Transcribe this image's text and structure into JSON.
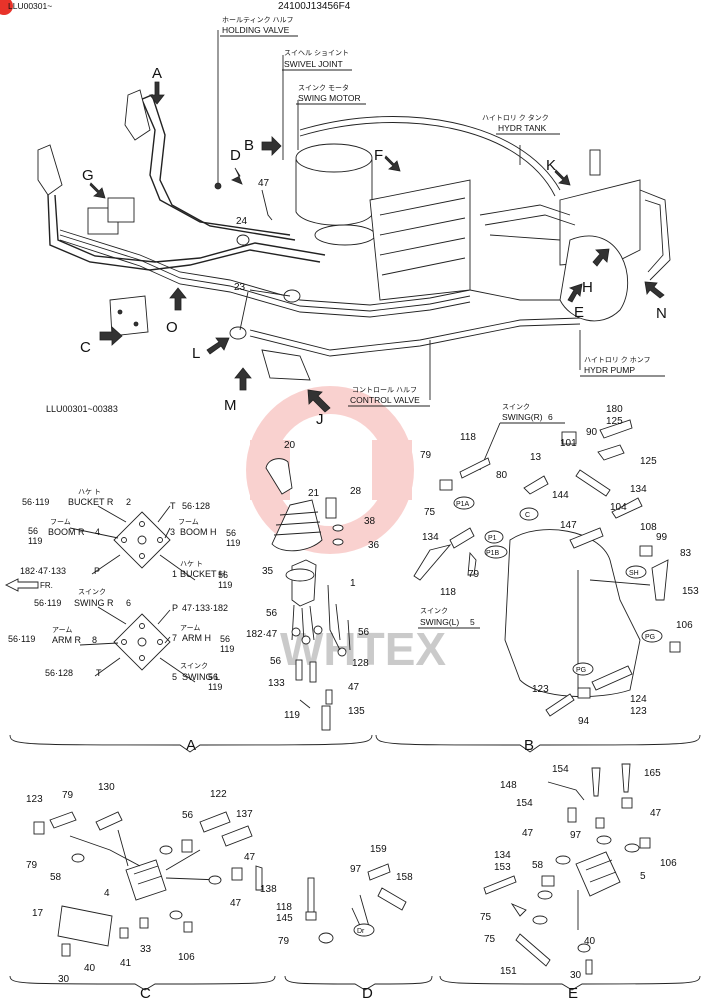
{
  "header": {
    "serial_top_left": "LLU00301~",
    "part_code": "24100J13456F4",
    "serial_range": "LLU00301~00383"
  },
  "callouts_main": [
    {
      "jp": "ホールティンク ハルフ",
      "en": "HOLDING VALVE"
    },
    {
      "jp": "スイヘル ショイント",
      "en": "SWIVEL JOINT"
    },
    {
      "jp": "スインク モータ",
      "en": "SWING MOTOR"
    },
    {
      "jp": "ハイトロリ ク タンク",
      "en": "HYDR TANK"
    },
    {
      "jp": "ハイトロリ ク ホンフ",
      "en": "HYDR PUMP"
    },
    {
      "jp": "コントロール ハルフ",
      "en": "CONTROL VALVE"
    }
  ],
  "view_letters": [
    "A",
    "B",
    "C",
    "D",
    "E",
    "F",
    "G",
    "H",
    "J",
    "K",
    "L",
    "M",
    "N",
    "O"
  ],
  "main_numbers": [
    "47",
    "24",
    "23"
  ],
  "pattern": {
    "fr": "FR.",
    "upper": [
      {
        "num": "56·119",
        "jp": "ハケ ト",
        "en": "BUCKET R",
        "idx": "2"
      },
      {
        "num": "56·128",
        "jp": "",
        "en": "T",
        "idx": ""
      },
      {
        "num": "56\n119",
        "jp": "フーム",
        "en": "BOOM R",
        "idx": "4"
      },
      {
        "num": "56\n119",
        "jp": "フーム",
        "en": "BOOM H",
        "idx": "3"
      },
      {
        "num": "182·47·133",
        "jp": "",
        "en": "P",
        "idx": ""
      },
      {
        "num": "56\n119",
        "jp": "ハケ ト",
        "en": "BUCKET H",
        "idx": "1"
      }
    ],
    "lower": [
      {
        "num": "56·119",
        "jp": "スインク",
        "en": "SWING R",
        "idx": "6"
      },
      {
        "num": "47·133·182",
        "jp": "",
        "en": "P",
        "idx": ""
      },
      {
        "num": "56·119",
        "jp": "アーム",
        "en": "ARM R",
        "idx": "8"
      },
      {
        "num": "56\n119",
        "jp": "アーム",
        "en": "ARM H",
        "idx": "7"
      },
      {
        "num": "56·128",
        "jp": "",
        "en": "T",
        "idx": ""
      },
      {
        "num": "56\n119",
        "jp": "スインク",
        "en": "SWING L",
        "idx": "5"
      }
    ]
  },
  "section_labels": [
    "A",
    "B",
    "C",
    "D",
    "E"
  ],
  "view_a_numbers": [
    "20",
    "21",
    "28",
    "38",
    "36",
    "35",
    "1",
    "56",
    "182·47",
    "56",
    "133",
    "119",
    "56",
    "128",
    "47",
    "135"
  ],
  "view_b": {
    "swing_r": {
      "jp": "スインク",
      "en": "SWING(R)",
      "idx": "6"
    },
    "swing_l": {
      "jp": "スインク",
      "en": "SWING(L)",
      "idx": "5"
    },
    "ports": [
      "P1A",
      "P1",
      "P1B",
      "C",
      "SH",
      "PG",
      "PG"
    ],
    "numbers": [
      "118",
      "79",
      "13",
      "80",
      "101",
      "90",
      "180",
      "125",
      "125",
      "144",
      "134",
      "104",
      "108",
      "99",
      "147",
      "83",
      "153",
      "75",
      "134",
      "118",
      "79",
      "106",
      "123",
      "124",
      "123",
      "94"
    ]
  },
  "view_c_numbers": [
    "123",
    "79",
    "130",
    "122",
    "56",
    "137",
    "79",
    "58",
    "4",
    "47",
    "138",
    "47",
    "17",
    "33",
    "41",
    "106",
    "40",
    "30"
  ],
  "view_d": {
    "numbers": [
      "159",
      "97",
      "158",
      "118",
      "145",
      "79"
    ],
    "port": "Dr"
  },
  "view_e_numbers": [
    "154",
    "165",
    "148",
    "154",
    "47",
    "97",
    "47",
    "134",
    "153",
    "58",
    "106",
    "5",
    "75",
    "75",
    "40",
    "151",
    "30"
  ],
  "watermark": "WHTEX",
  "brand_color": "#e8332a"
}
